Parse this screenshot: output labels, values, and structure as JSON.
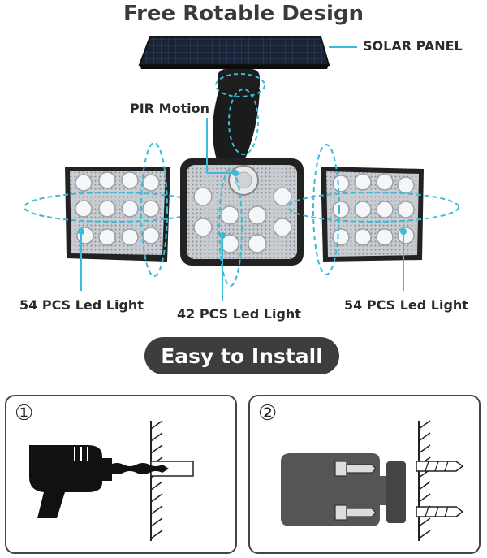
{
  "header": {
    "title": "Free Rotable Design"
  },
  "callouts": {
    "solar_panel": "SOLAR PANEL",
    "pir_motion": "PIR Motion",
    "left_led": "54 PCS Led Light",
    "center_led": "42 PCS Led Light",
    "right_led": "54 PCS Led Light"
  },
  "install": {
    "heading": "Easy to Install",
    "steps": [
      {
        "number": "①"
      },
      {
        "number": "②"
      }
    ]
  },
  "colors": {
    "arrow": "#3bbbd6",
    "pill_bg": "#3d3d3d",
    "device_body": "#2a2a2a",
    "led_white": "#f4f6f8"
  }
}
